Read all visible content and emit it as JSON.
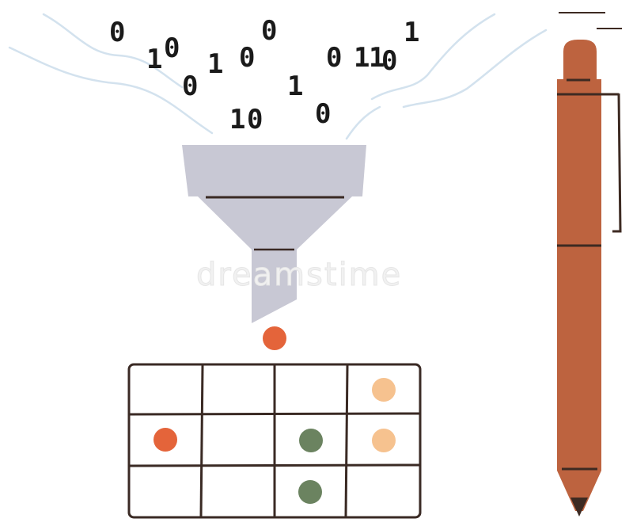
{
  "illustration": {
    "binary_digits": [
      "0",
      "1",
      "0",
      "1",
      "0",
      "0",
      "0",
      "1",
      "0",
      "1",
      "0",
      "1",
      "1",
      "0",
      "1",
      "0"
    ],
    "watermark_text": "dreamstime"
  },
  "colors": {
    "funnel": "#c8c8d4",
    "pen_body": "#bd633f",
    "pen_dark": "#3d2a22",
    "grid_line": "#3a2a24",
    "dot_orange": "#e4643a",
    "dot_peach": "#f6c28f",
    "dot_green": "#6b8360",
    "stream": "#d3e2ee"
  }
}
